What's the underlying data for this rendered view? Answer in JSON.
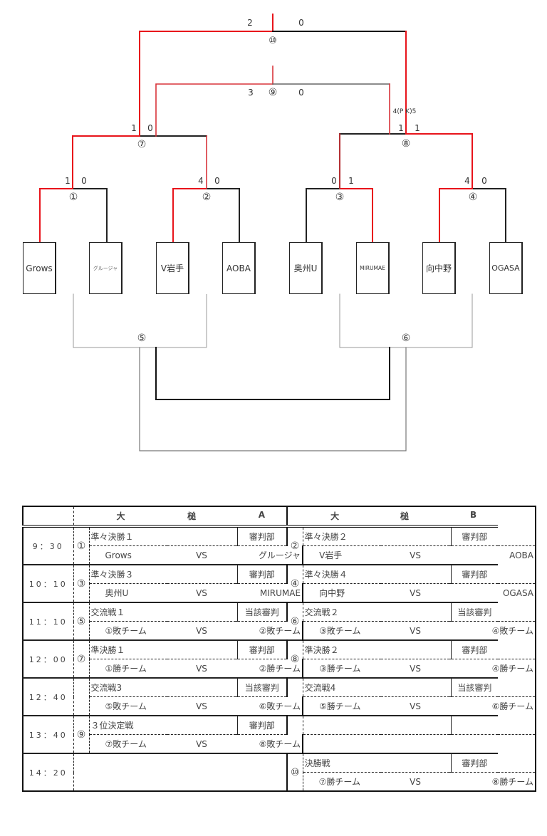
{
  "bracket": {
    "teams": [
      "Grows",
      "グルージャ",
      "V岩手",
      "AOBA",
      "奥州U",
      "MIRUMAE",
      "向中野",
      "OGASA"
    ],
    "matches": {
      "m1": {
        "label": "①",
        "score_left": "1",
        "score_right": "0"
      },
      "m2": {
        "label": "②",
        "score_left": "4",
        "score_right": "0"
      },
      "m3": {
        "label": "③",
        "score_left": "0",
        "score_right": "1"
      },
      "m4": {
        "label": "④",
        "score_left": "4",
        "score_right": "0"
      },
      "m5": {
        "label": "⑤"
      },
      "m6": {
        "label": "⑥"
      },
      "m7": {
        "label": "⑦",
        "score_left": "1",
        "score_right": "0"
      },
      "m8": {
        "label": "⑧",
        "score_left": "1",
        "score_right": "1",
        "pk": "4(P  K)5"
      },
      "m9": {
        "label": "⑨",
        "score_left": "3",
        "score_right": "0"
      },
      "m10": {
        "label": "⑩",
        "score_left": "2",
        "score_right": "0"
      }
    },
    "colors": {
      "winner": "#e8141b",
      "line": "#222222",
      "dotted": "#888888"
    }
  },
  "schedule": {
    "header": {
      "courtA": [
        "大",
        "槌",
        "A"
      ],
      "courtB": [
        "大",
        "槌",
        "B"
      ]
    },
    "vs": "VS",
    "rows": [
      {
        "time": "9：30",
        "a": {
          "num": "①",
          "title": "準々決勝１",
          "ref": "審判部",
          "home": "Grows",
          "away": "グルージャ"
        },
        "b": {
          "num": "②",
          "title": "準々決勝２",
          "ref": "審判部",
          "home": "V岩手",
          "away": "AOBA"
        }
      },
      {
        "time": "10：10",
        "a": {
          "num": "③",
          "title": "準々決勝３",
          "ref": "審判部",
          "home": "奥州U",
          "away": "MIRUMAE"
        },
        "b": {
          "num": "④",
          "title": "準々決勝４",
          "ref": "審判部",
          "home": "向中野",
          "away": "OGASA"
        }
      },
      {
        "time": "11：10",
        "a": {
          "num": "⑤",
          "title": "交流戦１",
          "ref": "当該審判",
          "home": "①敗チーム",
          "away": "②敗チーム"
        },
        "b": {
          "num": "⑥",
          "title": "交流戦２",
          "ref": "当該審判",
          "home": "③敗チーム",
          "away": "④敗チーム"
        }
      },
      {
        "time": "12：00",
        "a": {
          "num": "⑦",
          "title": "準決勝１",
          "ref": "審判部",
          "home": "①勝チーム",
          "away": "②勝チーム"
        },
        "b": {
          "num": "⑧",
          "title": "準決勝２",
          "ref": "審判部",
          "home": "③勝チーム",
          "away": "④勝チーム"
        }
      },
      {
        "time": "12：40",
        "a": {
          "num": "",
          "title": "交流戦3",
          "ref": "当該審判",
          "home": "⑤敗チーム",
          "away": "⑥敗チーム"
        },
        "b": {
          "num": "",
          "title": "交流戦4",
          "ref": "当該審判",
          "home": "⑤勝チーム",
          "away": "⑥勝チーム"
        }
      },
      {
        "time": "13：40",
        "a": {
          "num": "⑨",
          "title": "３位決定戦",
          "ref": "審判部",
          "home": "⑦敗チーム",
          "away": "⑧敗チーム"
        },
        "b": {
          "num": "",
          "title": "",
          "ref": "",
          "home": "",
          "away": ""
        }
      },
      {
        "time": "14：20",
        "a": null,
        "b": {
          "num": "⑩",
          "title": "決勝戦",
          "ref": "審判部",
          "home": "⑦勝チーム",
          "away": "⑧勝チーム"
        }
      }
    ]
  }
}
